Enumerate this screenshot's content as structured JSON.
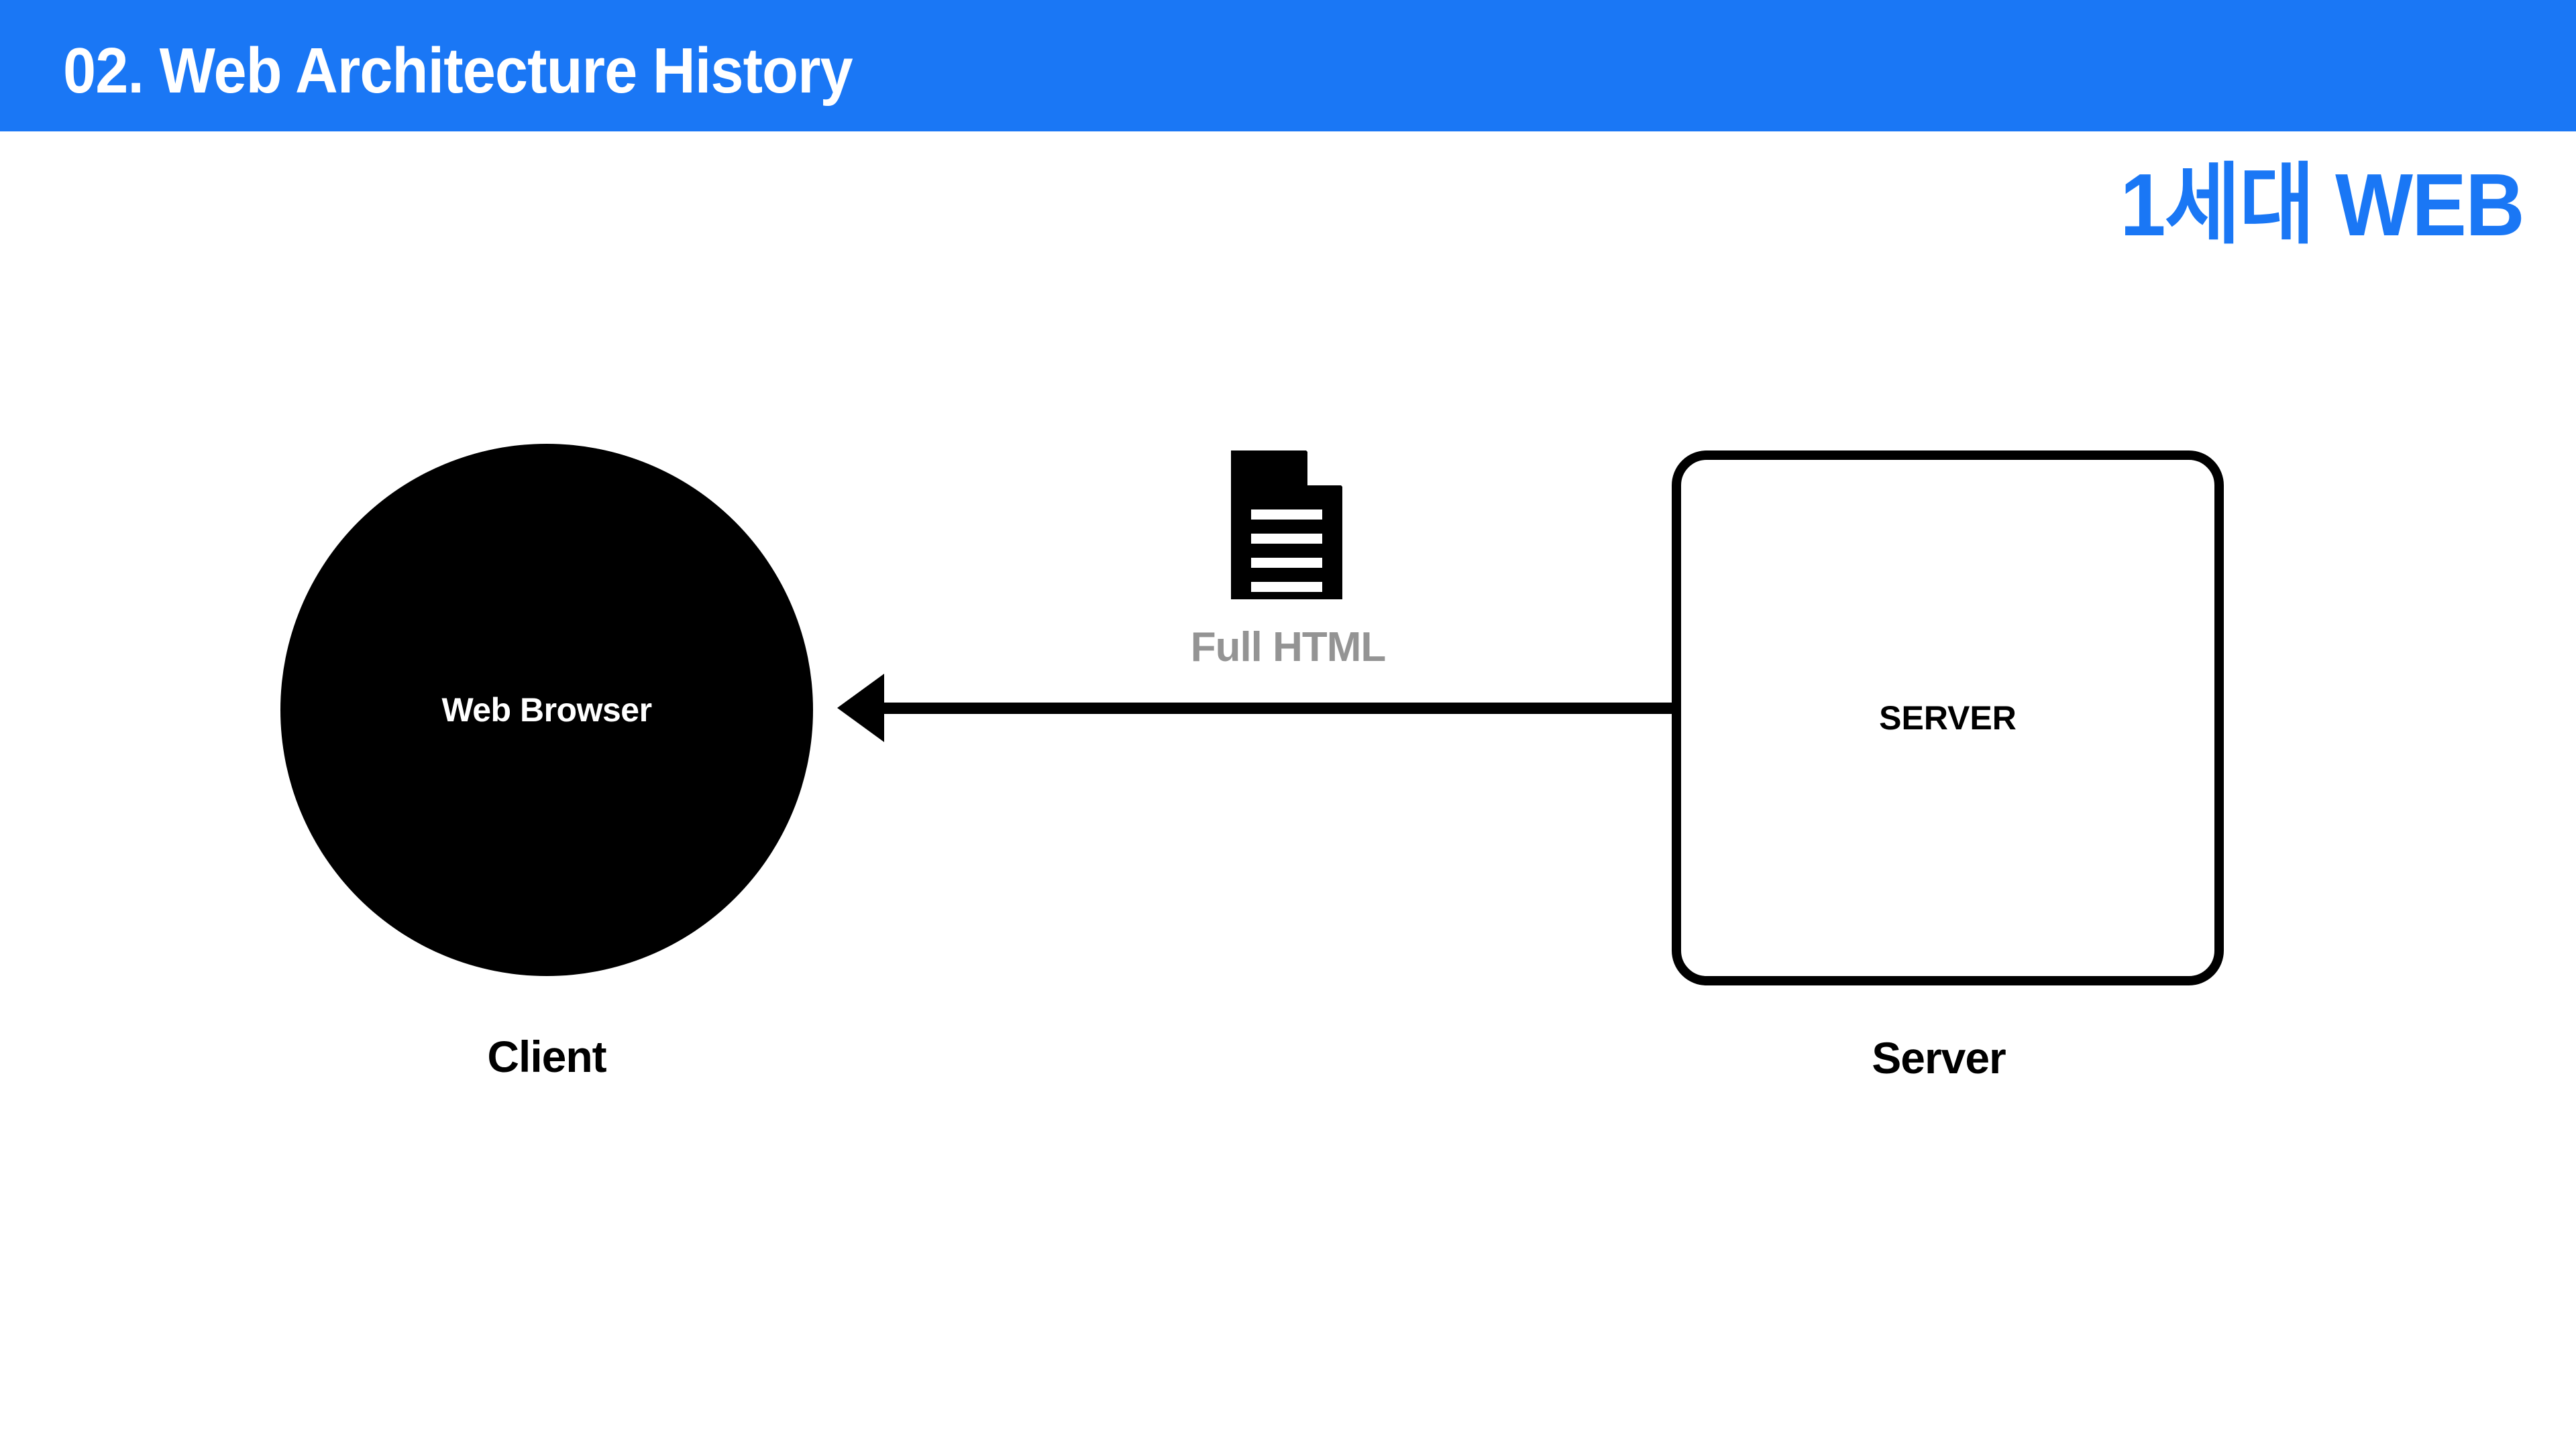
{
  "header": {
    "title": "02. Web Architecture History",
    "background_color": "#1a77f5",
    "text_color": "#ffffff"
  },
  "slide": {
    "title": "1세대 WEB",
    "title_color": "#1a77f5",
    "background_color": "#ffffff"
  },
  "diagram": {
    "type": "client-server-flow",
    "client": {
      "shape": "circle",
      "inner_label": "Web Browser",
      "caption": "Client",
      "fill_color": "#000000",
      "inner_text_color": "#ffffff",
      "caption_color": "#000000"
    },
    "server": {
      "shape": "rounded-rectangle",
      "inner_label": "SERVER",
      "caption": "Server",
      "fill_color": "#ffffff",
      "stroke_color": "#000000",
      "inner_text_color": "#000000",
      "caption_color": "#000000"
    },
    "connection": {
      "direction": "server-to-client",
      "arrow_direction": "left",
      "payload_label": "Full HTML",
      "payload_label_color": "#949494",
      "payload_icon": "document-icon",
      "line_color": "#000000"
    }
  }
}
